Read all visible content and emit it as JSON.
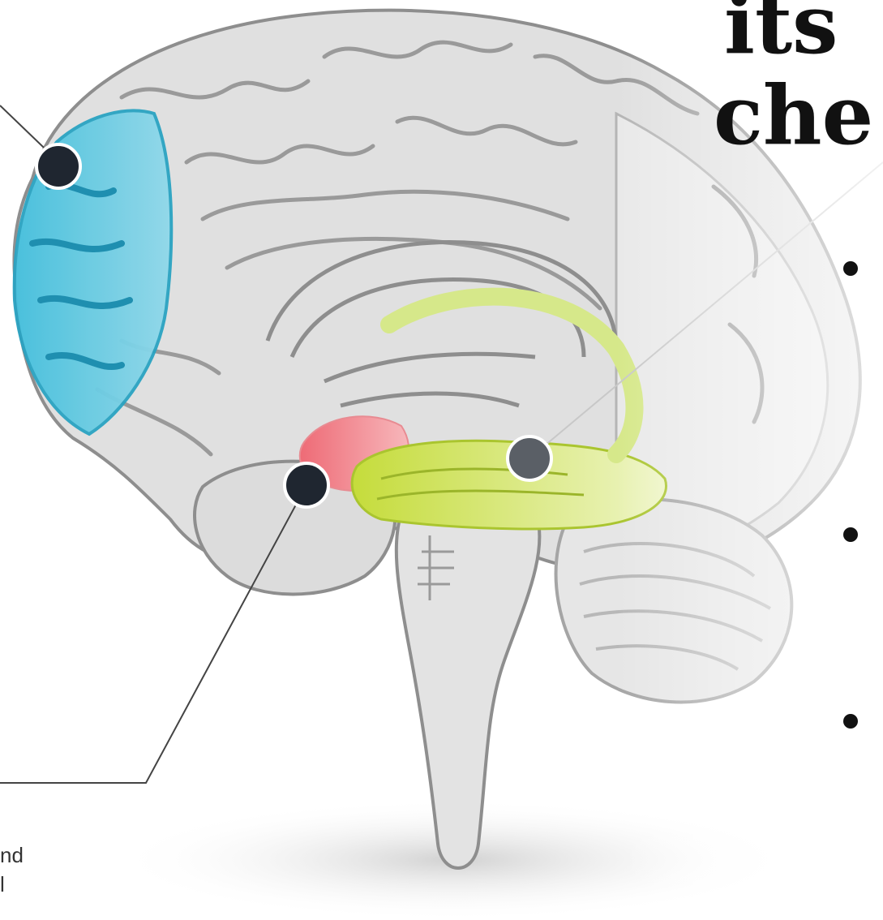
{
  "title": {
    "line1": "its",
    "line2": "che"
  },
  "caption": {
    "line1": "nd",
    "line2": "l"
  },
  "markers": [
    {
      "name": "prefrontal-cortex-marker"
    },
    {
      "name": "amygdala-marker"
    },
    {
      "name": "hippocampus-marker"
    }
  ],
  "colors": {
    "prefrontal": "#43bfdc",
    "amygdala": "#ee6b76",
    "hippocampus": "#c5dc3b",
    "brain": "#d9d9d9",
    "outline": "#8e8e8e",
    "marker": "#1f2630"
  }
}
